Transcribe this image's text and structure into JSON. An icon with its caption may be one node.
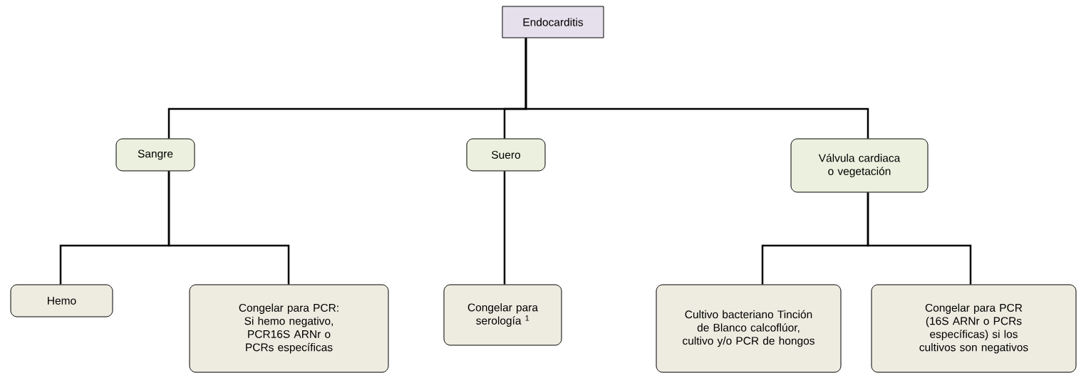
{
  "diagram": {
    "nodes": [
      {
        "text": [
          "Endocarditis"
        ]
      },
      {
        "text": [
          "Sangre"
        ]
      },
      {
        "text": [
          "Suero"
        ]
      },
      {
        "text": [
          "Válvula cardiaca o vegetación"
        ]
      },
      {
        "text": [
          "Hemo"
        ]
      },
      {
        "text": [
          "Congelar para PCR: Si hemo negativo, PCR16S ARNr o PCRs específicas"
        ]
      },
      {
        "text": [
          "Congelar para serología $^{1}$"
        ]
      },
      {
        "text": [
          "Cultivo bacteriano Tinción de Blanco calcoflúor, cultivo y/o PCR de hongos"
        ]
      },
      {
        "text": [
          "Congelar para PCR (16S ARNr o PCRs específicas) si los cultivos son negativos"
        ]
      }
    ],
    "edges": [
      {
        "from": 0,
        "to": 1,
        "arrow": "none"
      },
      {
        "from": 0,
        "to": 2,
        "arrow": "none"
      },
      {
        "from": 0,
        "to": 3,
        "arrow": "none"
      },
      {
        "from": 1,
        "to": 4,
        "arrow": "none"
      },
      {
        "from": 1,
        "to": 5,
        "arrow": "none"
      },
      {
        "from": 2,
        "to": 6,
        "arrow": "none"
      },
      {
        "from": 3,
        "to": 7,
        "arrow": "none"
      },
      {
        "from": 3,
        "to": 8,
        "arrow": "none"
      }
    ]
  }
}
